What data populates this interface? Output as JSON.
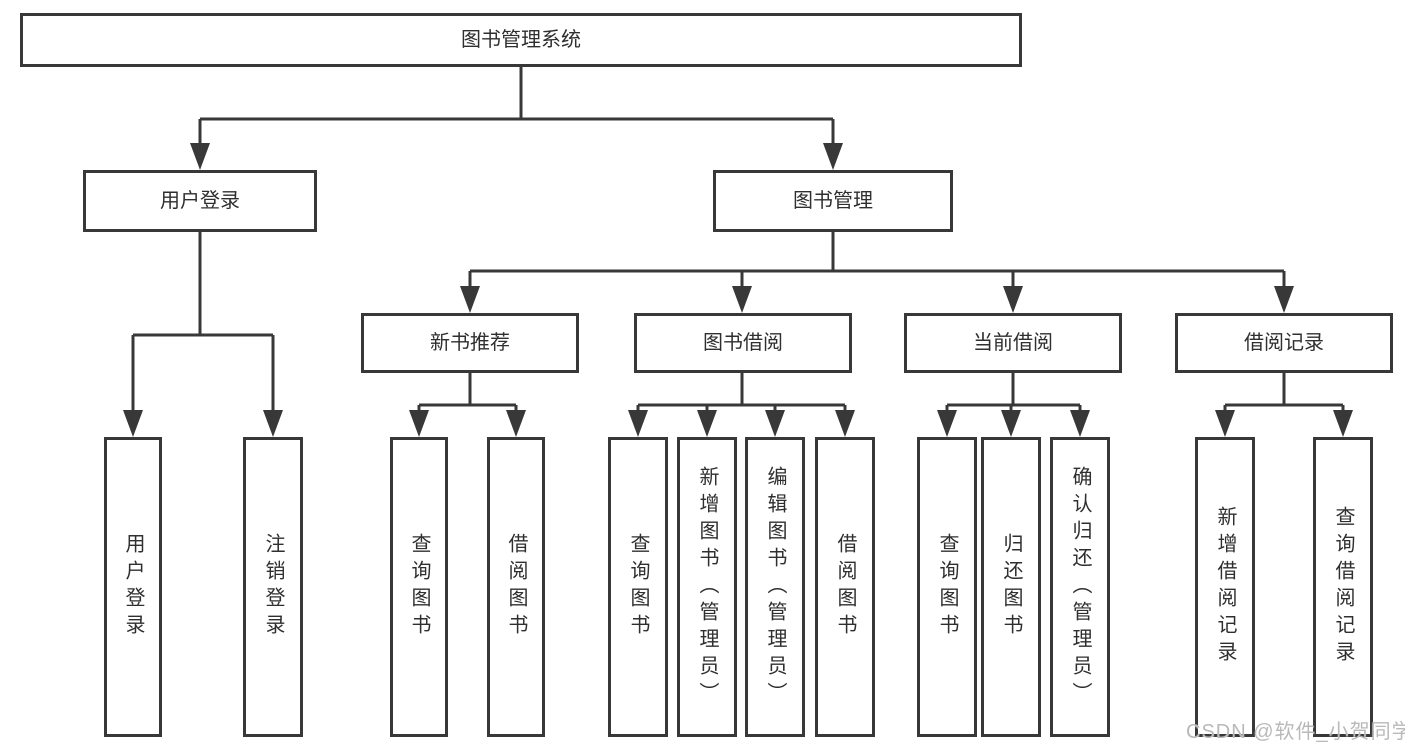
{
  "watermark": "CSDN @软件_小贺同学",
  "colors": {
    "line": "#383838",
    "text": "#2f2f2f",
    "box_background": "#ffffff",
    "watermark": "#b9b9b9"
  },
  "tree": {
    "label": "图书管理系统",
    "children": [
      {
        "label": "用户登录",
        "children": [
          {
            "label": "用户登录"
          },
          {
            "label": "注销登录"
          }
        ]
      },
      {
        "label": "图书管理",
        "children": [
          {
            "label": "新书推荐",
            "children": [
              {
                "label": "查询图书"
              },
              {
                "label": "借阅图书"
              }
            ]
          },
          {
            "label": "图书借阅",
            "children": [
              {
                "label": "查询图书"
              },
              {
                "label": "新增图书（管理员）"
              },
              {
                "label": "编辑图书（管理员）"
              },
              {
                "label": "借阅图书"
              }
            ]
          },
          {
            "label": "当前借阅",
            "children": [
              {
                "label": "查询图书"
              },
              {
                "label": "归还图书"
              },
              {
                "label": "确认归还（管理员）"
              }
            ]
          },
          {
            "label": "借阅记录",
            "children": [
              {
                "label": "新增借阅记录"
              },
              {
                "label": "查询借阅记录"
              }
            ]
          }
        ]
      }
    ]
  }
}
